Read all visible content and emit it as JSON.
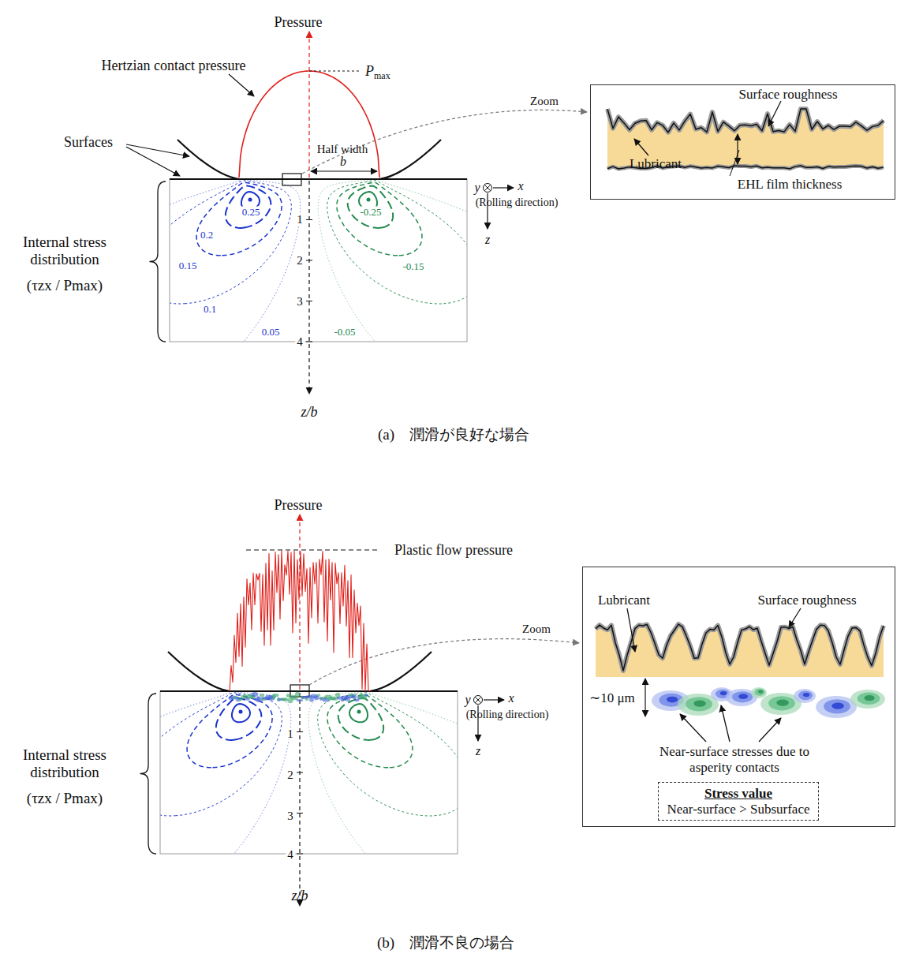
{
  "diagram": {
    "nodes": [
      {
        "text": [
          "Surface roughness",
          "Lubricant",
          "EHL film thickness"
        ]
      },
      {
        "text": [
          "Lubricant",
          "Surface roughness",
          "∼10 μm",
          "Near-surface stresses due to asperity contacts"
        ]
      },
      {
        "text": [
          "Stress value",
          "Near-surface > Subsurface"
        ],
        "in": 1
      }
    ],
    "labels": [
      "Pressure",
      "Hertzian contact pressure",
      "P",
      "max",
      "Surfaces",
      "Half width",
      "b",
      "Zoom",
      "y",
      "x",
      "(Rolling direction)",
      "z",
      "Internal stress distribution",
      "(τzx / Pmax)",
      "0.25",
      "0.2",
      "0.15",
      "0.1",
      "0.05",
      "-0.25",
      "-0.15",
      "-0.05",
      "1",
      "2",
      "3",
      "4",
      "z/b",
      "(a)　潤滑が良好な場合",
      "Pressure",
      "Plastic flow pressure",
      "Zoom",
      "y",
      "x",
      "(Rolling direction)",
      "z",
      "Internal stress distribution",
      "(τzx / Pmax)",
      "1",
      "2",
      "3",
      "4",
      "z/b",
      "(b)　潤滑不良の場合"
    ]
  }
}
